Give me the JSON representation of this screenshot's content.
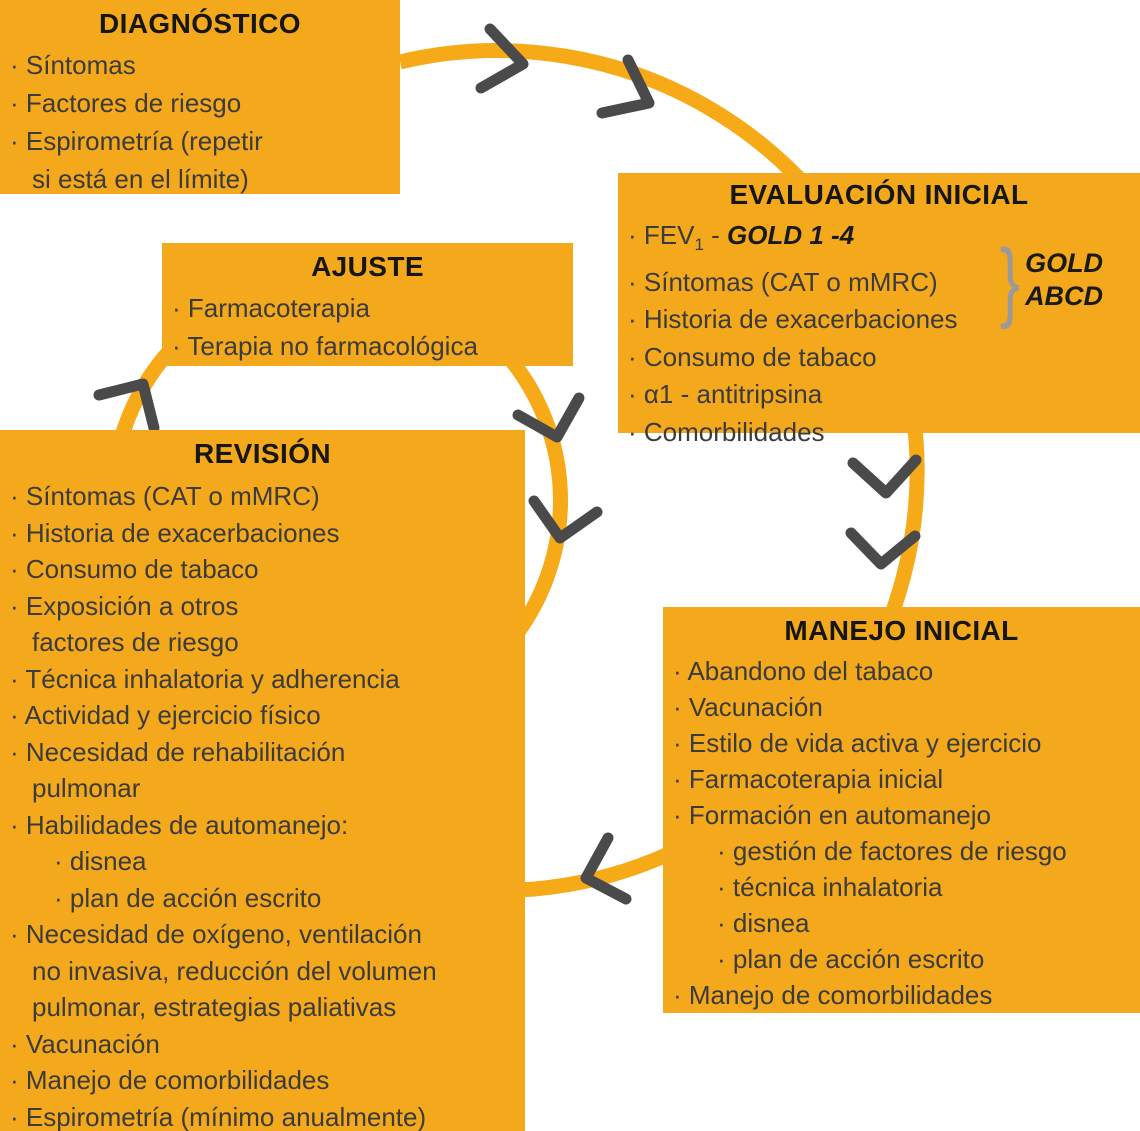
{
  "palette": {
    "background": "#FFFFFF",
    "box_fill": "#F4A81C",
    "arc_stroke": "#F6AA18",
    "chevron_stroke": "#4A4A4A",
    "title_color": "#161616",
    "body_color": "#3B3B3B",
    "highlight_color": "#1A1A1A",
    "brace_color": "#9A9A9A"
  },
  "boxes": {
    "diagnostico": {
      "title": "DIAGNÓSTICO",
      "lines": [
        {
          "text": "· Síntomas",
          "indent": "bullet"
        },
        {
          "text": "· Factores de riesgo",
          "indent": "bullet"
        },
        {
          "text": "· Espirometría (repetir",
          "indent": "bullet"
        },
        {
          "text": "si está en el límite)",
          "indent": "wrap"
        }
      ]
    },
    "evaluacion": {
      "title": "EVALUACIÓN INICIAL",
      "fev": {
        "lead": "· FEV",
        "sub": "1",
        "dash": " - ",
        "gold": "GOLD 1 -4"
      },
      "lines": [
        {
          "text": "· Síntomas (CAT o mMRC)",
          "indent": "bullet"
        },
        {
          "text": "· Historia de exacerbaciones",
          "indent": "bullet"
        },
        {
          "text": "· Consumo de tabaco",
          "indent": "bullet"
        },
        {
          "text": "· α1 - antitripsina",
          "indent": "bullet"
        },
        {
          "text": "· Comorbilidades",
          "indent": "bullet"
        }
      ],
      "brace": {
        "char": "}",
        "top": "GOLD",
        "bottom": "ABCD"
      }
    },
    "ajuste": {
      "title": "AJUSTE",
      "lines": [
        {
          "text": "· Farmacoterapia",
          "indent": "bullet"
        },
        {
          "text": "· Terapia no farmacológica",
          "indent": "bullet"
        }
      ]
    },
    "revision": {
      "title": "REVISIÓN",
      "lines": [
        {
          "text": "· Síntomas (CAT o mMRC)",
          "indent": "bullet"
        },
        {
          "text": "· Historia de exacerbaciones",
          "indent": "bullet"
        },
        {
          "text": "· Consumo de tabaco",
          "indent": "bullet"
        },
        {
          "text": "· Exposición a otros",
          "indent": "bullet"
        },
        {
          "text": "factores de riesgo",
          "indent": "wrap"
        },
        {
          "text": "· Técnica inhalatoria y adherencia",
          "indent": "bullet"
        },
        {
          "text": "· Actividad y ejercicio físico",
          "indent": "bullet"
        },
        {
          "text": "· Necesidad de rehabilitación",
          "indent": "bullet"
        },
        {
          "text": "pulmonar",
          "indent": "wrap"
        },
        {
          "text": "· Habilidades de automanejo:",
          "indent": "bullet"
        },
        {
          "text": "· disnea",
          "indent": "sub"
        },
        {
          "text": "· plan de acción escrito",
          "indent": "sub"
        },
        {
          "text": "· Necesidad de oxígeno, ventilación",
          "indent": "bullet"
        },
        {
          "text": "no invasiva, reducción del volumen",
          "indent": "wrap"
        },
        {
          "text": "pulmonar, estrategias paliativas",
          "indent": "wrap"
        },
        {
          "text": "· Vacunación",
          "indent": "bullet"
        },
        {
          "text": "· Manejo de comorbilidades",
          "indent": "bullet"
        },
        {
          "text": "· Espirometría (mínimo anualmente)",
          "indent": "bullet"
        }
      ]
    },
    "manejo": {
      "title": "MANEJO INICIAL",
      "lines": [
        {
          "text": "· Abandono del tabaco",
          "indent": "bullet"
        },
        {
          "text": "· Vacunación",
          "indent": "bullet"
        },
        {
          "text": "· Estilo de vida activa y ejercicio",
          "indent": "bullet"
        },
        {
          "text": "· Farmacoterapia inicial",
          "indent": "bullet"
        },
        {
          "text": "· Formación en automanejo",
          "indent": "bullet"
        },
        {
          "text": "· gestión de factores de riesgo",
          "indent": "sub"
        },
        {
          "text": "· técnica inhalatoria",
          "indent": "sub"
        },
        {
          "text": "· disnea",
          "indent": "sub"
        },
        {
          "text": "· plan de acción escrito",
          "indent": "sub"
        },
        {
          "text": "· Manejo de comorbilidades",
          "indent": "bullet"
        }
      ]
    }
  }
}
